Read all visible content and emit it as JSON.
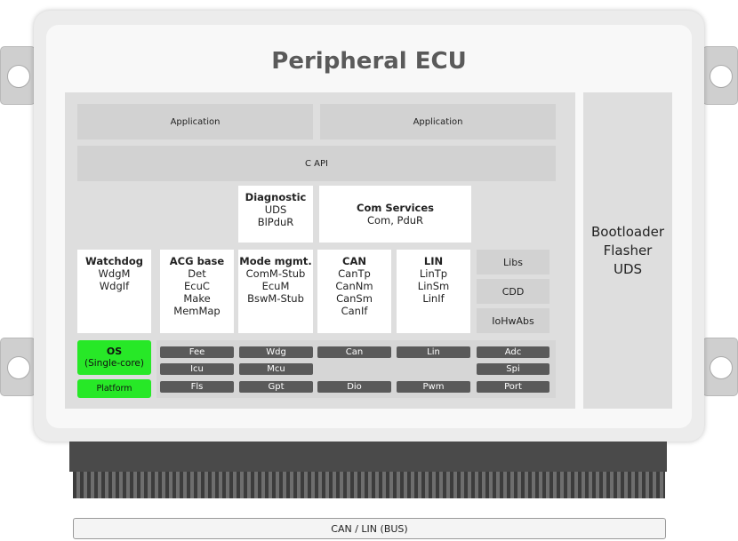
{
  "title": "Peripheral ECU",
  "application_left": "Application",
  "application_right": "Application",
  "c_api": "C API",
  "modules": {
    "diagnostic": {
      "title": "Diagnostic",
      "lines": [
        "UDS",
        "BlPduR"
      ]
    },
    "com_services": {
      "title": "Com Services",
      "lines": [
        "Com, PduR"
      ]
    },
    "watchdog": {
      "title": "Watchdog",
      "lines": [
        "WdgM",
        "WdgIf"
      ]
    },
    "acg_base": {
      "title": "ACG base",
      "lines": [
        "Det",
        "EcuC",
        "Make",
        "MemMap"
      ]
    },
    "mode_mgmt": {
      "title": "Mode mgmt.",
      "lines": [
        "ComM-Stub",
        "EcuM",
        "BswM-Stub"
      ]
    },
    "can": {
      "title": "CAN",
      "lines": [
        "CanTp",
        "CanNm",
        "CanSm",
        "CanIf"
      ]
    },
    "lin": {
      "title": "LIN",
      "lines": [
        "LinTp",
        "LinSm",
        "LinIf"
      ]
    }
  },
  "side_modules": [
    "Libs",
    "CDD",
    "IoHwAbs"
  ],
  "os": {
    "title": "OS",
    "subtitle": "(Single-core)"
  },
  "platform": "Platform",
  "drivers": {
    "row1": [
      "Fee",
      "Wdg",
      "Can",
      "Lin",
      "Adc"
    ],
    "row2": [
      "Icu",
      "Mcu",
      "Spi"
    ],
    "row3": [
      "Fls",
      "Gpt",
      "Dio",
      "Pwm",
      "Port"
    ]
  },
  "bootloader": [
    "Bootloader",
    "Flasher",
    "UDS"
  ],
  "bus": "CAN / LIN (BUS)",
  "colors": {
    "green": "#27e827",
    "driver": "#5a5a5a"
  }
}
